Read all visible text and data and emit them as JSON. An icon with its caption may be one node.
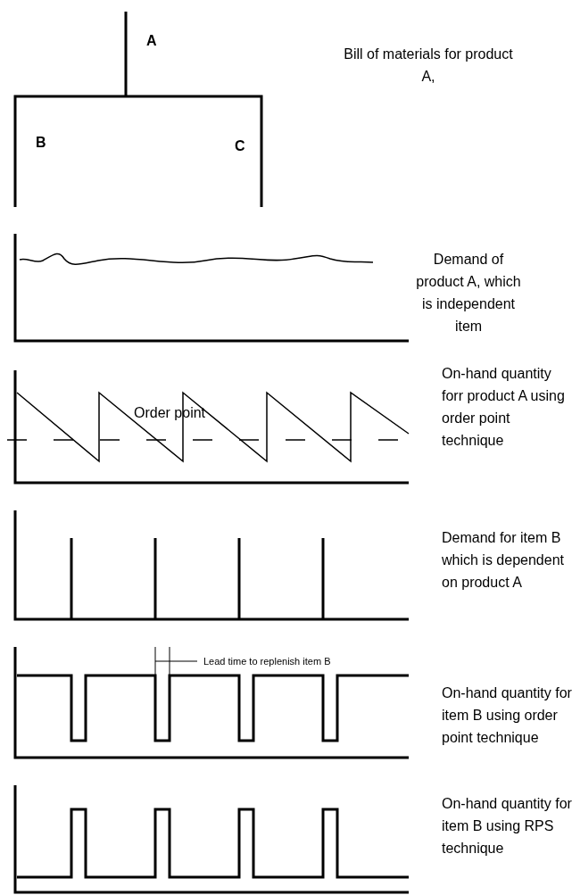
{
  "diagram": {
    "labels": [
      "A",
      "Bill of materials for product A,",
      "B",
      "C",
      "Demand of product A, which is independent item",
      "Order point",
      "On-hand quantity forr product A using order point technique",
      "Demand for item B which is dependent on product A",
      "Lead time to replenish item B",
      "On-hand quantity for item B using order point technique",
      "On-hand quantity for item B using RPS technique"
    ]
  }
}
